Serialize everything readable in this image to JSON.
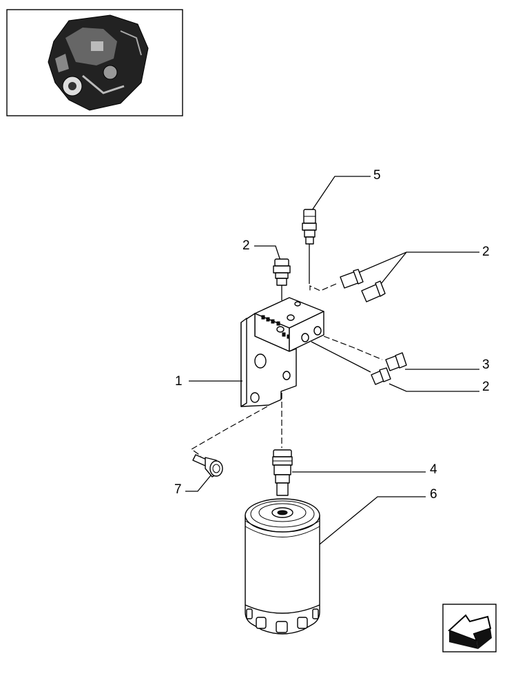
{
  "callouts": {
    "c1": "1",
    "c2a": "2",
    "c2b": "2",
    "c2c": "2",
    "c3": "3",
    "c4": "4",
    "c5": "5",
    "c6": "6",
    "c7": "7"
  },
  "icons": {
    "thumbnail": "engine-thumbnail-icon",
    "navigation": "arrow-left-icon"
  }
}
